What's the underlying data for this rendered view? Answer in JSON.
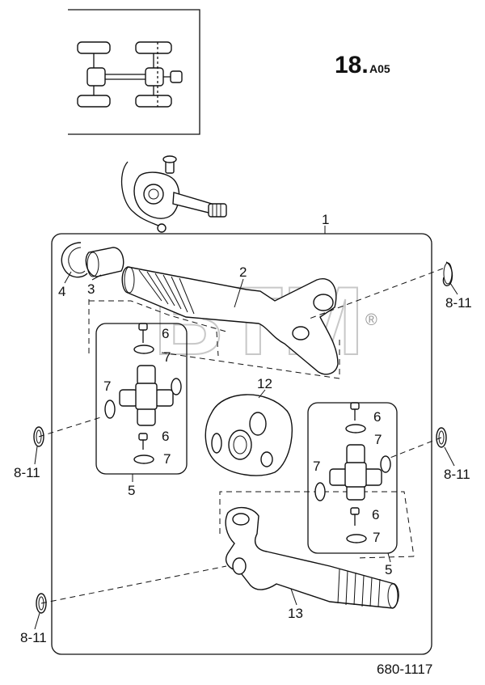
{
  "header": {
    "code_main": "18.",
    "code_sub": "A05"
  },
  "footer": {
    "ref": "680-1117"
  },
  "watermark": {
    "text": "BTM",
    "mark": "®"
  },
  "callouts": {
    "c1": "1",
    "c2": "2",
    "c3": "3",
    "c4": "4",
    "c5a": "5",
    "c5b": "5",
    "c6a": "6",
    "c6b": "6",
    "c6c": "6",
    "c6d": "6",
    "c7a": "7",
    "c7b": "7",
    "c7c": "7",
    "c7d": "7",
    "c7e": "7",
    "c7f": "7",
    "c811a": "8-11",
    "c811b": "8-11",
    "c811c": "8-11",
    "c811d": "8-11",
    "c12": "12",
    "c13": "13"
  }
}
